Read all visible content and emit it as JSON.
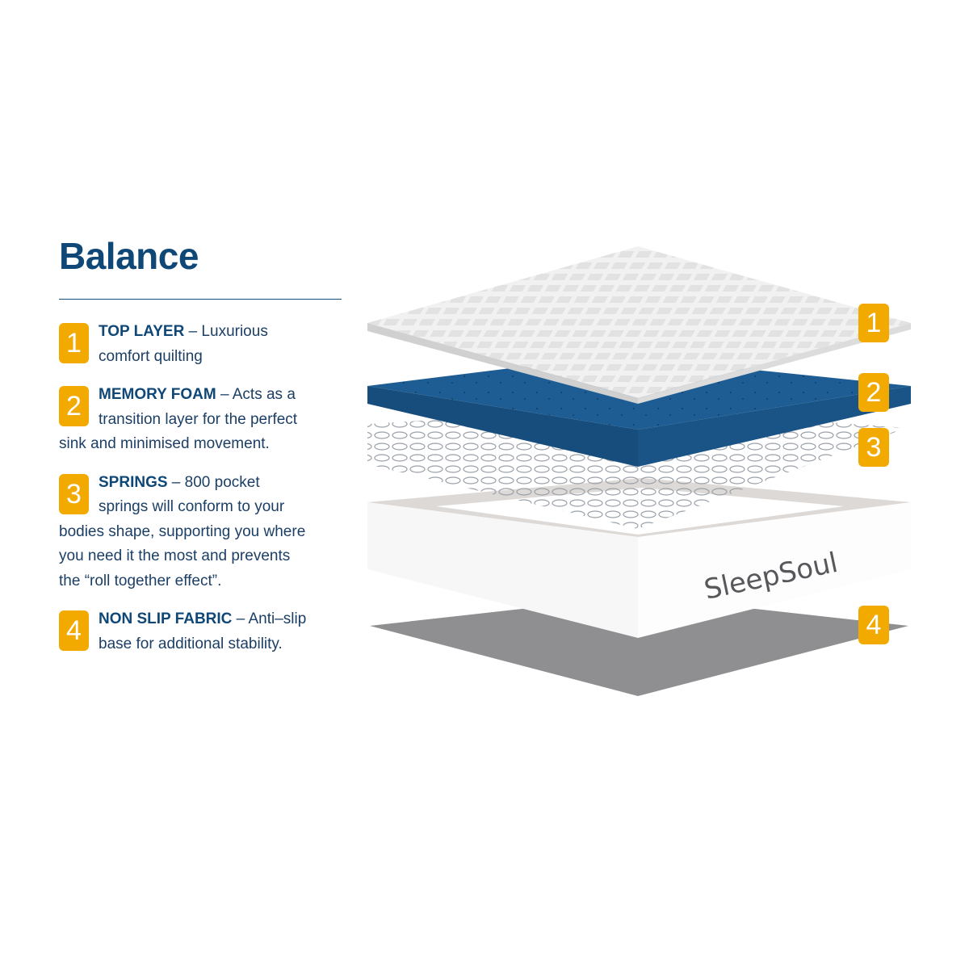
{
  "title": "Balance",
  "items": [
    {
      "number": "1",
      "heading": "TOP LAYER",
      "text": " – Luxurious comfort quilting"
    },
    {
      "number": "2",
      "heading": "MEMORY FOAM",
      "text": " – Acts as a transition layer for the perfect sink and minimised movement."
    },
    {
      "number": "3",
      "heading": "SPRINGS",
      "text": " – 800 pocket springs will conform to your bodies shape, supporting you where you need it the most and prevents the “roll together effect”."
    },
    {
      "number": "4",
      "heading": "NON SLIP FABRIC",
      "text": " – Anti–slip base for additional stability."
    }
  ],
  "brand": "SleepSoul",
  "colors": {
    "accent": "#f2a900",
    "navy": "#0f4777",
    "foam": "#1d5d93"
  }
}
